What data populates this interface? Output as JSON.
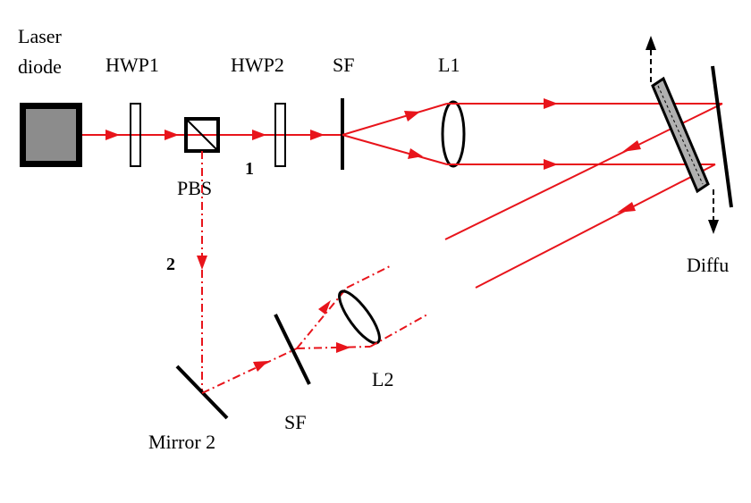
{
  "labels": {
    "laser_line1": "Laser",
    "laser_line2": "diode",
    "hwp1": "HWP1",
    "hwp2": "HWP2",
    "sf_top": "SF",
    "l1": "L1",
    "pbs": "PBS",
    "path1": "1",
    "path2": "2",
    "diffuser": "Diffu",
    "l2": "L2",
    "sf_bottom": "SF",
    "mirror2": "Mirror 2"
  },
  "colors": {
    "beam": "#e8141b",
    "laser_fill": "#8c8c8c",
    "diffuser_fill": "#b0b0b0",
    "outline": "#000000"
  }
}
